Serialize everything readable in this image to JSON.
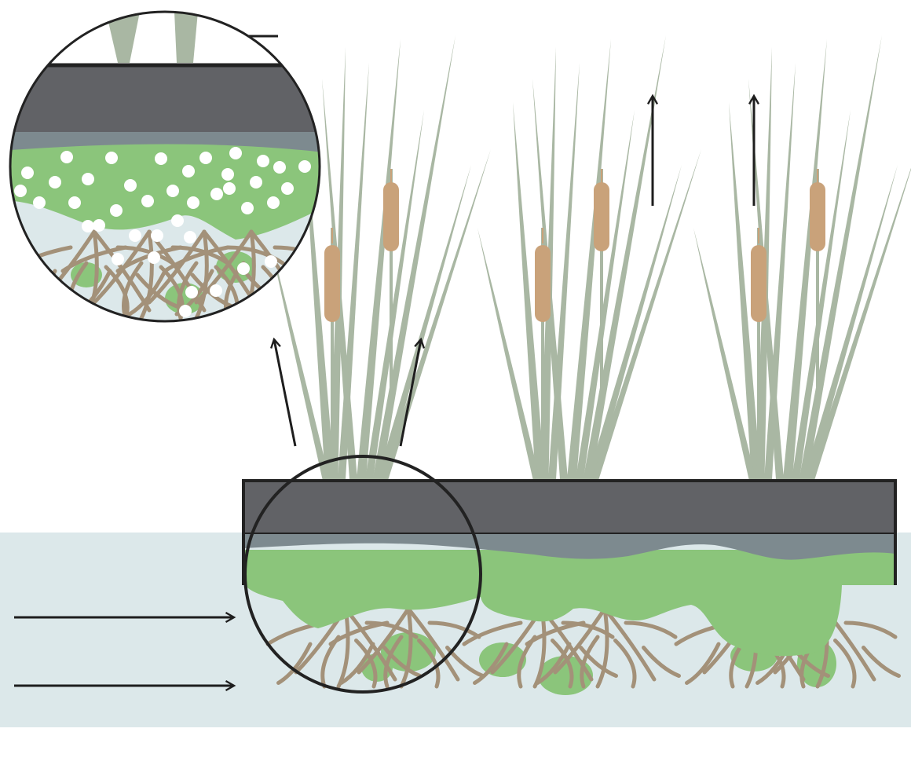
{
  "colors": {
    "background": "#ffffff",
    "water": "#dce8ea",
    "mat": "#616266",
    "mat_submerged": "#7d8a8f",
    "biofilm": "#8bc57b",
    "roots": "#a39179",
    "leaves": "#a9b7a3",
    "cattail_head": "#c9a27a",
    "arrow": "#1e1e1e",
    "bubble": "#ffffff",
    "outline": "#222222"
  },
  "icons": {
    "flow_arrow": "arrow-right-icon",
    "uptake_arrow": "arrow-up-icon",
    "release_arrow": "arrow-left-icon",
    "bubble": "oxygen-bubble-icon"
  },
  "structure": {
    "plants": [
      "plant-1",
      "plant-2",
      "plant-3"
    ],
    "inflow_arrows": 2,
    "uptake_arrows": 4,
    "magnified_view": true
  }
}
